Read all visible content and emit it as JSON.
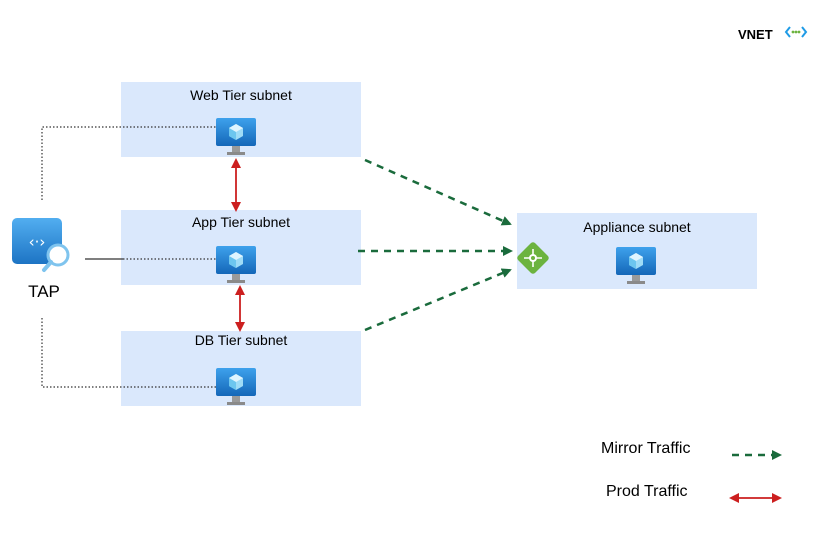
{
  "vnet": {
    "label": "VNET",
    "icon": "vnet-icon"
  },
  "tap": {
    "label": "TAP",
    "icon": "tap-icon"
  },
  "subnets": {
    "web": {
      "label": "Web Tier subnet"
    },
    "app": {
      "label": "App Tier subnet"
    },
    "db": {
      "label": "DB Tier subnet"
    },
    "appliance": {
      "label": "Appliance subnet"
    }
  },
  "legend": {
    "mirror": {
      "label": "Mirror Traffic",
      "color": "#1a6b3c"
    },
    "prod": {
      "label": "Prod Traffic",
      "color": "#cc1f1f"
    }
  },
  "colors": {
    "subnet_fill": "#dae8fc",
    "vm_blue": "#1f7fd6",
    "load_balancer": "#6cb33f",
    "mirror": "#1a6b3c",
    "prod": "#cc1f1f"
  }
}
